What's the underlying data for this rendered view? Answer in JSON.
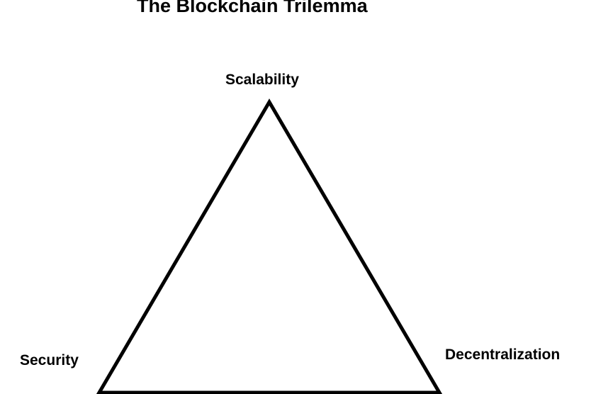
{
  "title": "The Blockchain Trilemma",
  "vertices": {
    "top": "Scalability",
    "left": "Security",
    "right": "Decentralization"
  },
  "colors": {
    "stroke": "#000000",
    "background": "#ffffff"
  }
}
